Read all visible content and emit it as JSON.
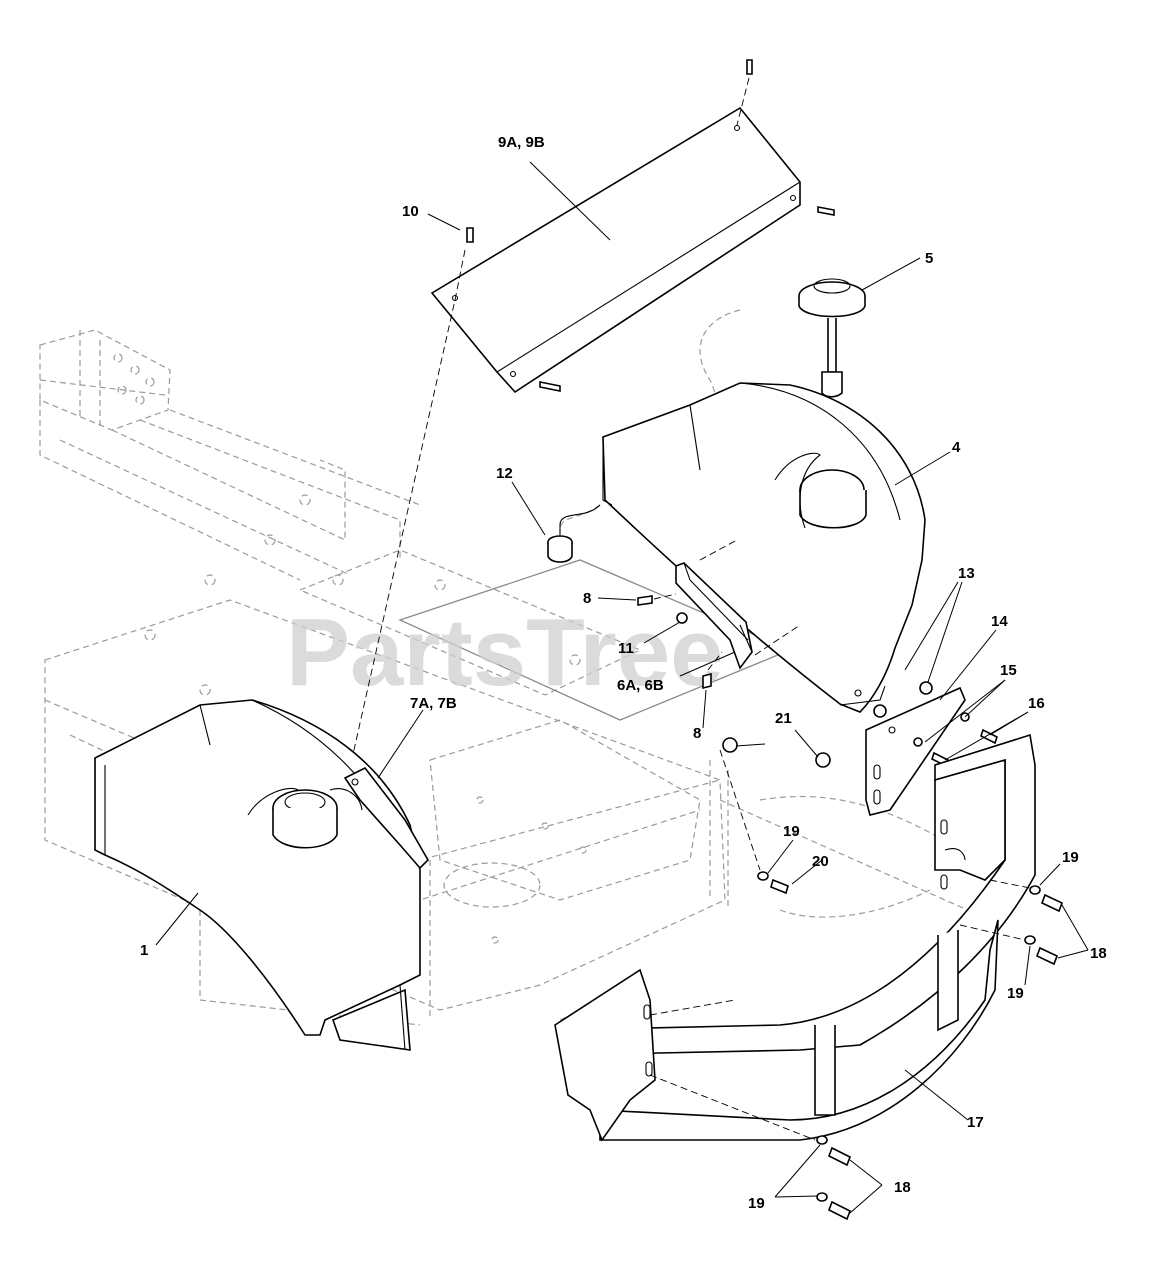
{
  "callouts": {
    "c1": "1",
    "c4": "4",
    "c5": "5",
    "c6": "6A, 6B",
    "c7": "7A, 7B",
    "c8a": "8",
    "c8b": "8",
    "c9": "9A, 9B",
    "c10": "10",
    "c11": "11",
    "c12": "12",
    "c13": "13",
    "c14": "14",
    "c15": "15",
    "c16": "16",
    "c17": "17",
    "c18a": "18",
    "c18b": "18",
    "c19a": "19",
    "c19b": "19",
    "c19c": "19",
    "c19d": "19",
    "c20": "20",
    "c21": "21"
  },
  "watermark": {
    "text": "PartsTree",
    "trademark": "™"
  }
}
